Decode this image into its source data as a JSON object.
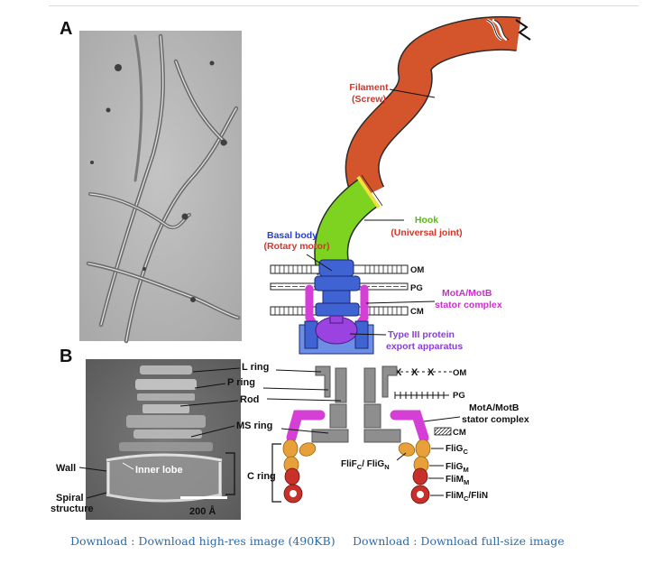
{
  "figure": {
    "panel_a": {
      "label": "A",
      "filament": "Filament",
      "filament_role": "(Screw)",
      "hook": "Hook",
      "hook_role": "(Universal joint)",
      "basal_body": "Basal body",
      "basal_body_role": "(Rotary motor)",
      "om": "OM",
      "pg": "PG",
      "cm": "CM",
      "stator_line1": "MotA/MotB",
      "stator_line2": "stator complex",
      "export_line1": "Type III protein",
      "export_line2": "export apparatus"
    },
    "panel_b": {
      "label": "B",
      "l_ring": "L ring",
      "p_ring": "P ring",
      "rod": "Rod",
      "ms_ring": "MS ring",
      "c_ring": "C ring",
      "wall": "Wall",
      "inner_lobe": "Inner lobe",
      "spiral_line1": "Spiral",
      "spiral_line2": "structure",
      "scale_bar": "200 Å",
      "om": "OM",
      "pg": "PG",
      "cm": "CM",
      "stator_line1": "MotA/MotB",
      "stator_line2": "stator complex",
      "flig": "FliG",
      "flig_sub": "C",
      "fligm": "FliG",
      "fligm_sub": "M",
      "flim": "FliM",
      "flim_sub": "M",
      "flim_c": "FliM",
      "flim_c_sub": "C",
      "flin_suffix": "/FliN",
      "flif": "FliF",
      "flif_sub": "C",
      "flif_mid": "/ FliG",
      "flif_sub2": "N"
    },
    "colors": {
      "filament": "#d4552b",
      "hook": "#7ed321",
      "basal": "#3f63d3",
      "magenta": "#d63fd6",
      "purple": "#9b43e0",
      "gray": "#8e8e8e",
      "orange": "#e8a13a",
      "red": "#c8312a",
      "label_red": "#d2362a",
      "label_blue": "#2a3fd0",
      "label_green": "#5cb81a",
      "label_magenta": "#cc2fcc",
      "label_purple": "#8a3fd6"
    }
  },
  "downloads": {
    "high_res": "Download : Download high-res image (490KB)",
    "full_size": "Download : Download full-size image"
  }
}
